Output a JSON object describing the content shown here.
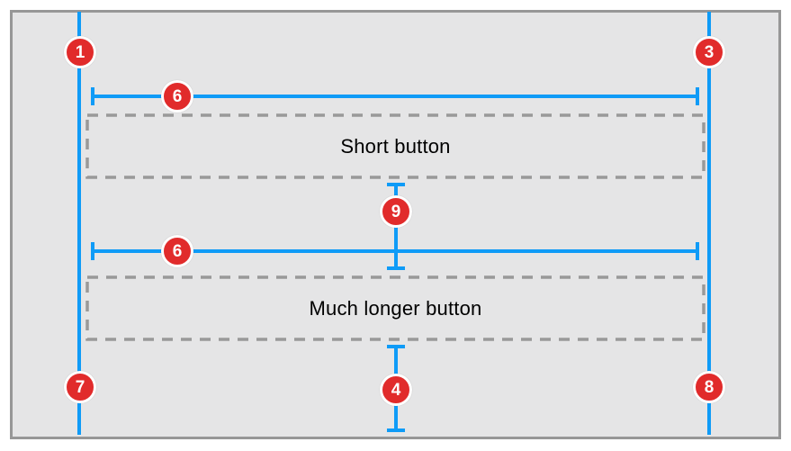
{
  "diagram": {
    "buttons": [
      {
        "label": "Short button"
      },
      {
        "label": "Much longer button"
      }
    ],
    "badges": {
      "top_leading": "1",
      "top_trailing": "3",
      "top_width": "6",
      "vertical_spacing": "9",
      "middle_width": "6",
      "bottom_spacing": "4",
      "bottom_leading": "7",
      "bottom_trailing": "8"
    },
    "colors": {
      "constraint_blue": "#0F9BF7",
      "badge_red": "#E12B2B",
      "badge_ring": "#FFFFFF",
      "dash_gray": "#999999",
      "frame_border_gray": "#979797",
      "canvas_background": "#E5E5E6",
      "page_background": "#FFFFFF",
      "label_text": "#000000",
      "badge_text": "#FFFFFF"
    }
  }
}
